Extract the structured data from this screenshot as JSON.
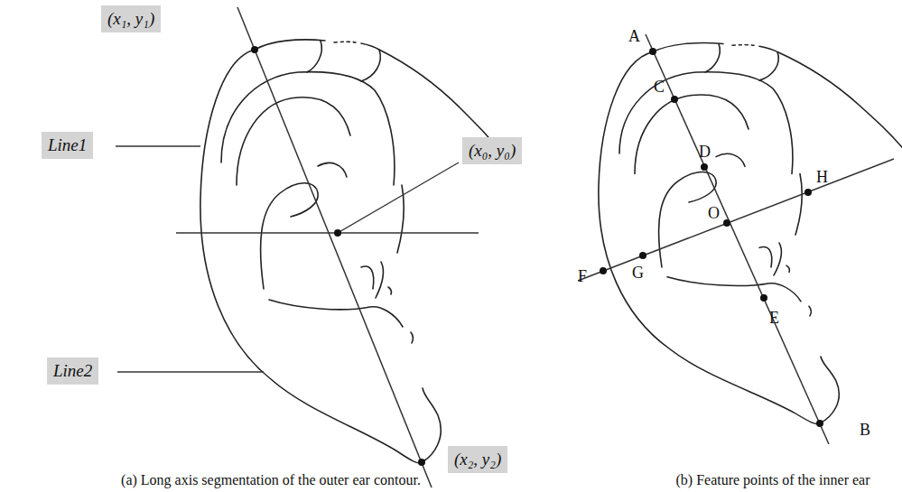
{
  "diagram": {
    "nodes": [
      {
        "text": [
          "(x₁, y₁)"
        ]
      },
      {
        "text": [
          "Line1"
        ]
      },
      {
        "text": [
          "(x₀, y₀)"
        ]
      },
      {
        "text": [
          "Line2"
        ]
      },
      {
        "text": [
          "(x₂, y₂)"
        ]
      }
    ],
    "labels": [
      "A",
      "C",
      "D",
      "H",
      "O",
      "F",
      "G",
      "E",
      "B",
      "(a) Long axis segmentation of the outer ear contour.",
      "(b) Feature points of the inner ear"
    ]
  }
}
